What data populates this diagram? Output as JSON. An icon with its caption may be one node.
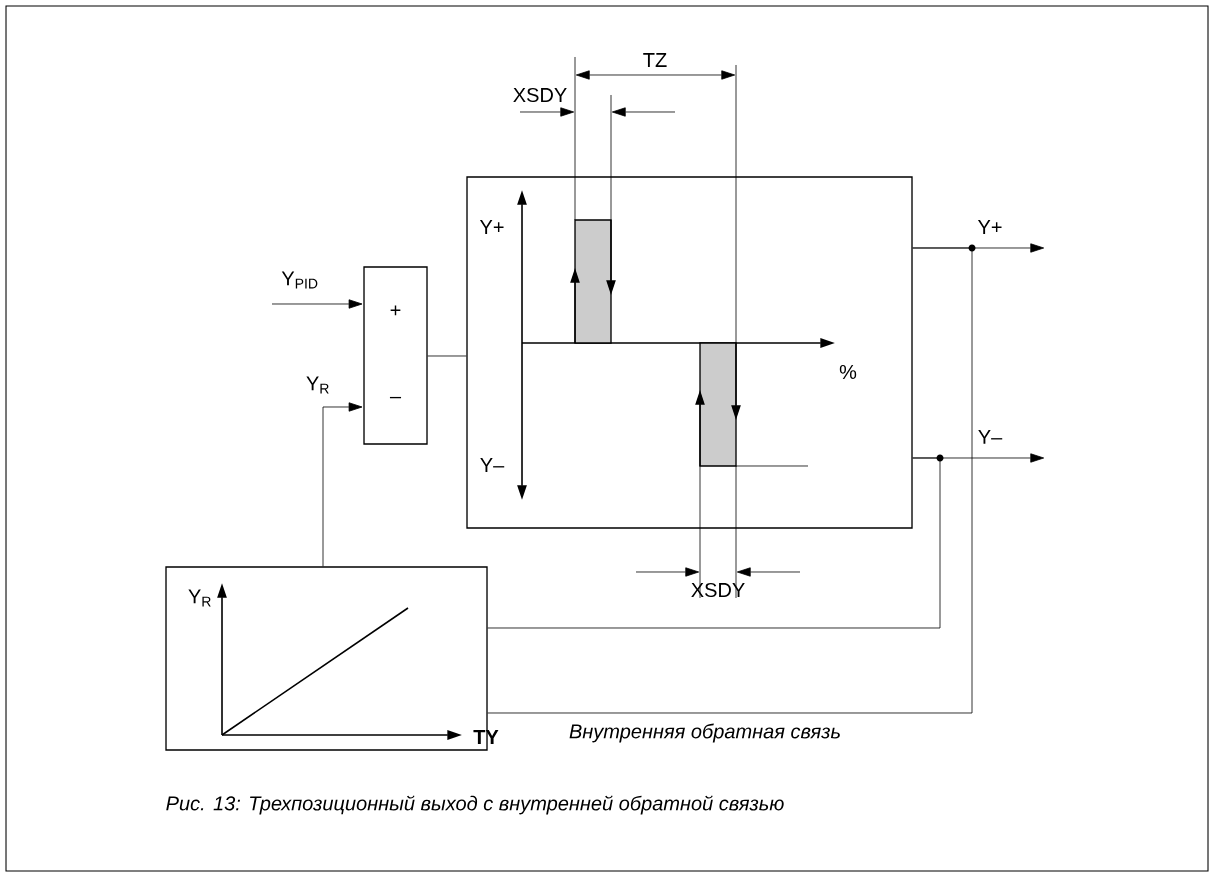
{
  "diagram": {
    "caption": "Рис. 13: Трехпозиционный выход с внутренней обратной связью",
    "nodes": [
      {
        "text": [
          "+",
          "–"
        ]
      },
      {
        "text": [],
        "shape": "box"
      },
      {
        "text": [],
        "shape": "box"
      }
    ],
    "edges": [
      {
        "from": null,
        "to": 0,
        "arrow": "to",
        "label": "Y$_{PID}$"
      },
      {
        "from": 2,
        "to": 0,
        "arrow": "to",
        "label": "Y$_{R}$"
      },
      {
        "from": 0,
        "to": 1,
        "arrow": "none"
      },
      {
        "from": 1,
        "to": null,
        "arrow": "to",
        "label": "Y+"
      },
      {
        "from": 1,
        "to": null,
        "arrow": "to",
        "label": "Y–"
      },
      {
        "from": 1,
        "to": 2,
        "arrow": "none"
      },
      {
        "from": 1,
        "to": 2,
        "arrow": "none"
      }
    ],
    "labels": [
      "TZ",
      "XSDY",
      "Y+",
      "Y–",
      "%",
      "XSDY",
      "Y$_{R}$",
      "TY",
      "Внутренняя обратная связь"
    ]
  }
}
